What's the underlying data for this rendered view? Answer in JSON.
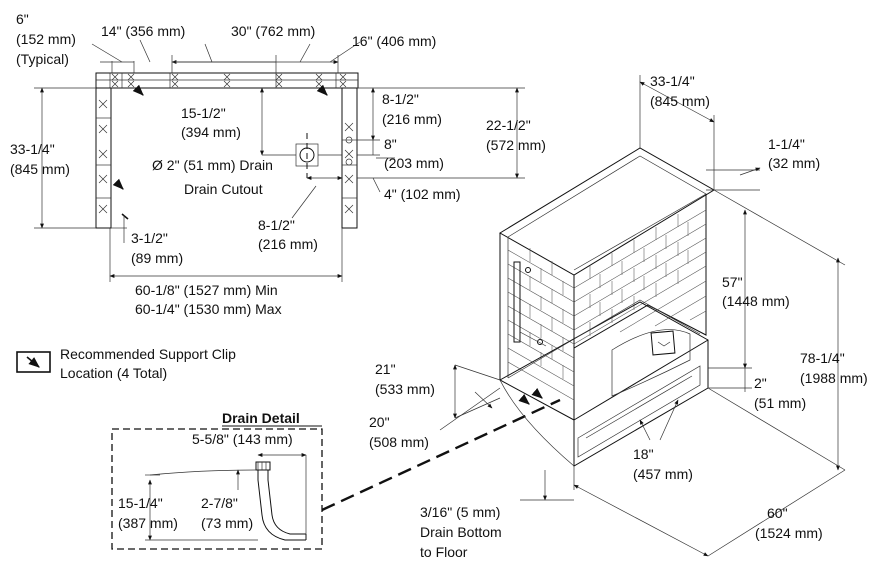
{
  "plan_view": {
    "typical_6": "6\"",
    "typical_6_mm": "(152 mm)",
    "typical_label": "(Typical)",
    "dim_14": "14\" (356 mm)",
    "dim_30": "30\" (762 mm)",
    "dim_16": "16\" (406 mm)",
    "dim_33_top": "33-1/4\"",
    "dim_33_top_mm": "(845 mm)",
    "dim_15": "15-1/2\"",
    "dim_15_mm": "(394 mm)",
    "drain_label": "Ø 2\" (51 mm) Drain",
    "drain_cutout": "Drain Cutout",
    "dim_8a": "8-1/2\"",
    "dim_8a_mm": "(216 mm)",
    "dim_8": "8\"",
    "dim_8_mm": "(203 mm)",
    "dim_4": "4\" (102 mm)",
    "dim_22": "22-1/2\"",
    "dim_22_mm": "(572 mm)",
    "dim_8b": "8-1/2\"",
    "dim_8b_mm": "(216 mm)",
    "dim_3": "3-1/2\"",
    "dim_3_mm": "(89 mm)",
    "dim_60_min": "60-1/8\" (1527 mm) Min",
    "dim_60_max": "60-1/4\" (1530 mm) Max"
  },
  "legend": {
    "icon": "support-clip-icon",
    "line1": "Recommended Support Clip",
    "line2": "Location (4 Total)"
  },
  "drain_detail": {
    "title": "Drain Detail",
    "dim_5": "5-5/8\" (143 mm)",
    "dim_15": "15-1/4\"",
    "dim_15_mm": "(387 mm)",
    "dim_2": "2-7/8\"",
    "dim_2_mm": "(73 mm)"
  },
  "iso_view": {
    "dim_33": "33-1/4\"",
    "dim_33_mm": "(845 mm)",
    "dim_1": "1-1/4\"",
    "dim_1_mm": "(32 mm)",
    "dim_57": "57\"",
    "dim_57_mm": "(1448 mm)",
    "dim_78": "78-1/4\"",
    "dim_78_mm": "(1988 mm)",
    "dim_2": "2\"",
    "dim_2_mm": "(51 mm)",
    "dim_21": "21\"",
    "dim_21_mm": "(533 mm)",
    "dim_20": "20\"",
    "dim_20_mm": "(508 mm)",
    "dim_18": "18\"",
    "dim_18_mm": "(457 mm)",
    "dim_3": "3/16\" (5 mm)",
    "drain_bottom": "Drain Bottom",
    "to_floor": "to Floor",
    "dim_60": "60\"",
    "dim_60_mm": "(1524 mm)"
  }
}
